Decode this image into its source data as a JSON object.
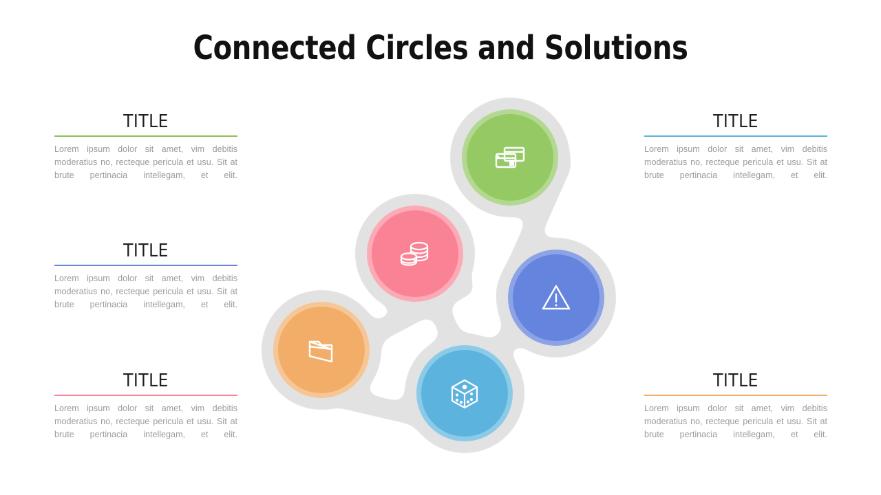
{
  "slide": {
    "title": "Connected Circles and Solutions",
    "background": "#ffffff"
  },
  "body_text": "Lorem ipsum dolor sit amet, vim debitis moderatius no, recteque pericula et usu. Sit at brute pertinacia intellegam, et elit.",
  "text_blocks": [
    {
      "id": "left-1",
      "title": "TITLE",
      "rule_color": "#8cc152",
      "body": "Lorem ipsum dolor sit amet, vim debitis moderatius no, recteque pericula et usu. Sit at brute pertinacia intellegam, et elit."
    },
    {
      "id": "left-2",
      "title": "TITLE",
      "rule_color": "#6484dd",
      "body": "Lorem ipsum dolor sit amet, vim debitis moderatius no, recteque pericula et usu. Sit at brute pertinacia intellegam, et elit."
    },
    {
      "id": "left-3",
      "title": "TITLE",
      "rule_color": "#fa8295",
      "body": "Lorem ipsum dolor sit amet, vim debitis moderatius no, recteque pericula et usu. Sit at brute pertinacia intellegam, et elit."
    },
    {
      "id": "right-1",
      "title": "TITLE",
      "rule_color": "#5cb3de",
      "body": "Lorem ipsum dolor sit amet, vim debitis moderatius no, recteque pericula et usu. Sit at brute pertinacia intellegam, et elit."
    },
    {
      "id": "right-2",
      "title": "TITLE",
      "rule_color": "#f2ae68",
      "body": "Lorem ipsum dolor sit amet, vim debitis moderatius no, recteque pericula et usu. Sit at brute pertinacia intellegam, et elit."
    }
  ],
  "diagram": {
    "halo_color": "#e2e2e2",
    "nodes": [
      {
        "id": "node-cards",
        "icon": "credit-cards-icon",
        "color": "#94c964",
        "ring_color": "#b3d892"
      },
      {
        "id": "node-coins",
        "icon": "coins-stack-icon",
        "color": "#fa8295",
        "ring_color": "#fcaab6"
      },
      {
        "id": "node-warning",
        "icon": "warning-triangle-icon",
        "color": "#6484dd",
        "ring_color": "#8ca3e6"
      },
      {
        "id": "node-dice",
        "icon": "dice-cube-icon",
        "color": "#5cb3de",
        "ring_color": "#8ccbe8"
      },
      {
        "id": "node-folder",
        "icon": "folder-icon",
        "color": "#f2ae68",
        "ring_color": "#f6c696"
      }
    ]
  }
}
